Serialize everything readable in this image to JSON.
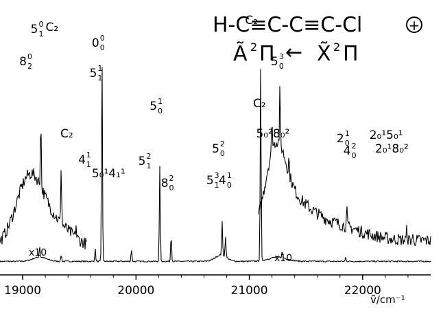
{
  "title_line1": "H-C≡C-C≡C-Cl",
  "title_charge": "+",
  "title_line2_left": "Ã",
  "title_line2_left_sup": "2",
  "title_line2_left_sym": "Π",
  "title_arrow": "←",
  "title_line2_right": "X̃",
  "title_line2_right_sup": "2",
  "title_line2_right_sym": "Π",
  "axis_label": "ṽ/cm⁻¹",
  "scale_labels": [
    "x10",
    "x10"
  ],
  "chart_data": {
    "type": "line",
    "xlim": [
      18800,
      22600
    ],
    "ylim": [
      0,
      1
    ],
    "ticks": [
      19000,
      20000,
      21000,
      22000
    ],
    "tick_labels": [
      "19000",
      "20000",
      "21000",
      "22000"
    ],
    "grid": false,
    "series": [
      {
        "role": "lower",
        "peaks": [
          [
            19150,
            0.05
          ],
          [
            19340,
            0.03
          ],
          [
            19640,
            0.06
          ],
          [
            19700,
            1.0
          ],
          [
            19960,
            0.06
          ],
          [
            20210,
            0.45
          ],
          [
            20310,
            0.13
          ],
          [
            20760,
            0.16
          ],
          [
            20790,
            0.1
          ],
          [
            21100,
            0.92
          ],
          [
            21290,
            0.03
          ],
          [
            21850,
            0.02
          ]
        ]
      },
      {
        "role": "upper-x10",
        "peaks": [
          [
            19160,
            0.55
          ],
          [
            19340,
            0.45
          ],
          [
            19470,
            0.1
          ],
          [
            21200,
            0.25
          ],
          [
            21270,
            0.4
          ],
          [
            21350,
            0.12
          ],
          [
            21860,
            0.12
          ],
          [
            22390,
            0.08
          ],
          [
            22440,
            0.03
          ]
        ]
      }
    ],
    "annotations": [
      {
        "x": 19700,
        "text": "0",
        "sup": "0",
        "sub": "0"
      },
      {
        "x": 19160,
        "text": "5",
        "sup": "0",
        "sub": "1"
      },
      {
        "x": 19340,
        "text": "C₂"
      },
      {
        "x": 19060,
        "text": "8",
        "sup": "0",
        "sub": "2"
      },
      {
        "x": 19680,
        "text": "5",
        "sup": "1",
        "sub": "1"
      },
      {
        "x": 19470,
        "text": "C₂"
      },
      {
        "x": 19580,
        "text": "4",
        "sup": "1",
        "sub": "1"
      },
      {
        "x": 19930,
        "text": "5₀¹4₁¹"
      },
      {
        "x": 20110,
        "text": "5",
        "sup": "2",
        "sub": "1"
      },
      {
        "x": 20210,
        "text": "5",
        "sup": "1",
        "sub": "0"
      },
      {
        "x": 20310,
        "text": "8",
        "sup": "2",
        "sub": "0"
      },
      {
        "x": 20710,
        "text": "5",
        "sup": "3",
        "sub": "1"
      },
      {
        "x": 20760,
        "text": "5",
        "sup": "2",
        "sub": "0"
      },
      {
        "x": 20820,
        "text": "4",
        "sup": "1",
        "sub": "0"
      },
      {
        "x": 21100,
        "text": "C₂"
      },
      {
        "x": 21170,
        "text": "C₂"
      },
      {
        "x": 21280,
        "text": "5",
        "sup": "3",
        "sub": "0"
      },
      {
        "x": 21380,
        "text": "5₀²8₀²"
      },
      {
        "x": 21860,
        "text": "2",
        "sup": "1",
        "sub": "0"
      },
      {
        "x": 21920,
        "text": "4",
        "sup": "2",
        "sub": "0"
      },
      {
        "x": 22380,
        "text": "2₀¹5₀¹"
      },
      {
        "x": 22430,
        "text": "2₀¹8₀²"
      }
    ]
  }
}
